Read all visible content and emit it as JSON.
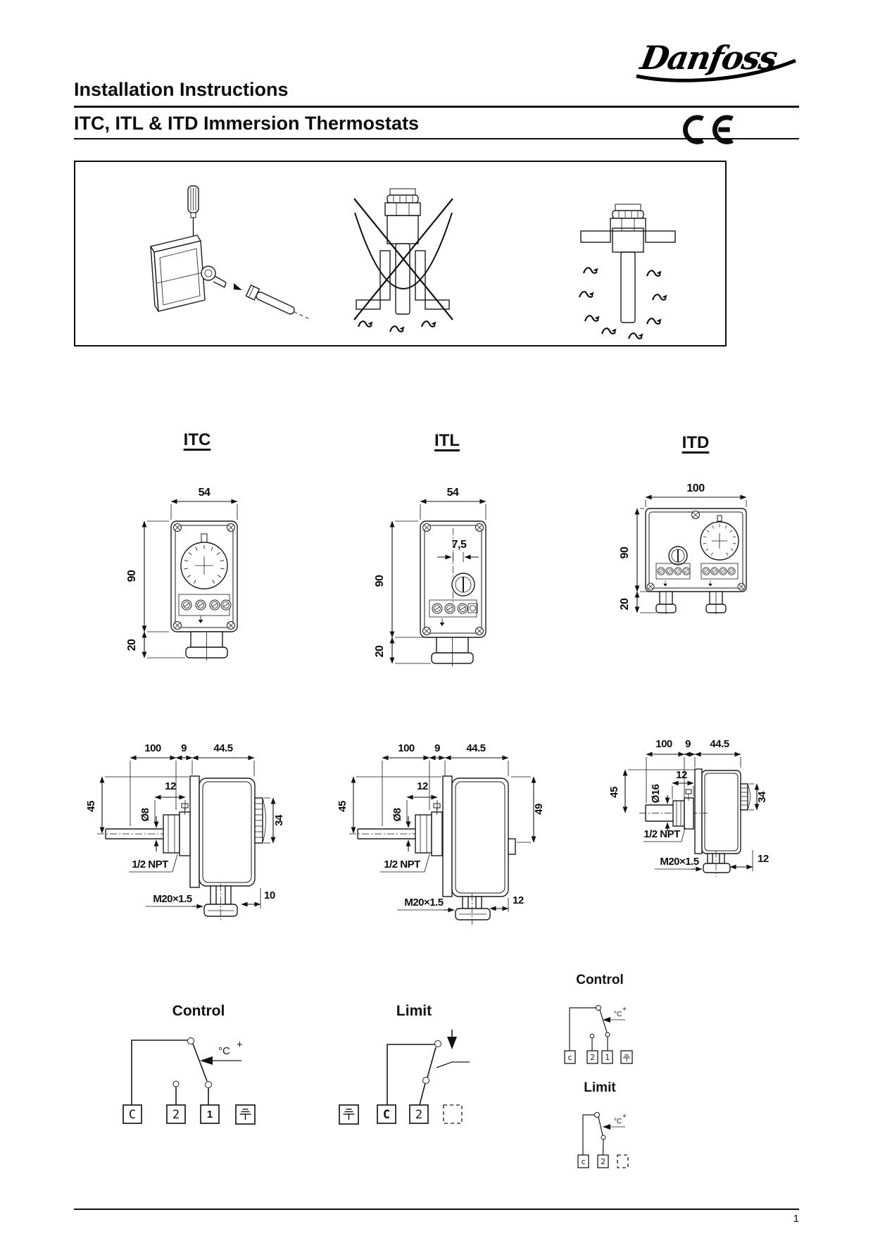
{
  "header": {
    "brand": "Danfoss",
    "title": "Installation Instructions",
    "subtitle": "ITC, ITL & ITD Immersion Thermostats",
    "ce_mark": "CE"
  },
  "figure": {
    "panels": [
      "sensor-assembly-with-screwdriver",
      "incorrect-pocket-mounting-crossed-out",
      "correct-pocket-mounting-immersed"
    ]
  },
  "models": {
    "itc": {
      "label": "ITC",
      "front": {
        "width": "54",
        "height": "90",
        "gland": "20"
      },
      "side": {
        "probe_length": "100",
        "gap": "9",
        "housing_depth": "44.5",
        "insert_depth": "12",
        "clearance": "45",
        "probe_dia": "Ø8",
        "knob_height": "34",
        "process_connection": "1/2 NPT",
        "cable_gland": "M20×1.5",
        "gland_offset": "10"
      },
      "wiring": {
        "title": "Control",
        "scale": "°C",
        "plus": "+",
        "terminal_c": "C",
        "terminal_2": "2",
        "terminal_1": "1"
      }
    },
    "itl": {
      "label": "ITL",
      "front": {
        "width": "54",
        "reset_offset": "7,5",
        "height": "90",
        "gland": "20"
      },
      "side": {
        "probe_length": "100",
        "gap": "9",
        "housing_depth": "44.5",
        "insert_depth": "12",
        "clearance": "45",
        "probe_dia": "Ø8",
        "body_height": "49",
        "process_connection": "1/2 NPT",
        "cable_gland": "M20×1.5",
        "gland_offset": "12"
      },
      "wiring": {
        "title": "Limit",
        "terminal_c": "C",
        "terminal_2": "2"
      }
    },
    "itd": {
      "label": "ITD",
      "front": {
        "width": "100",
        "height": "90",
        "gland": "20"
      },
      "side": {
        "probe_length": "100",
        "gap": "9",
        "housing_depth": "44.5",
        "insert_depth": "12",
        "clearance": "45",
        "probe_dia": "Ø16",
        "knob_height": "34",
        "process_connection": "1/2 NPT",
        "cable_gland": "M20×1.5",
        "gland_offset": "12"
      },
      "wiring_control": {
        "title": "Control",
        "scale": "°C",
        "plus": "+",
        "terminal_c": "c",
        "terminal_2": "2",
        "terminal_1": "1"
      },
      "wiring_limit": {
        "title": "Limit",
        "scale": "°C",
        "plus": "+",
        "terminal_c": "c",
        "terminal_2": "2"
      }
    }
  },
  "footer": {
    "page_number": "1"
  }
}
